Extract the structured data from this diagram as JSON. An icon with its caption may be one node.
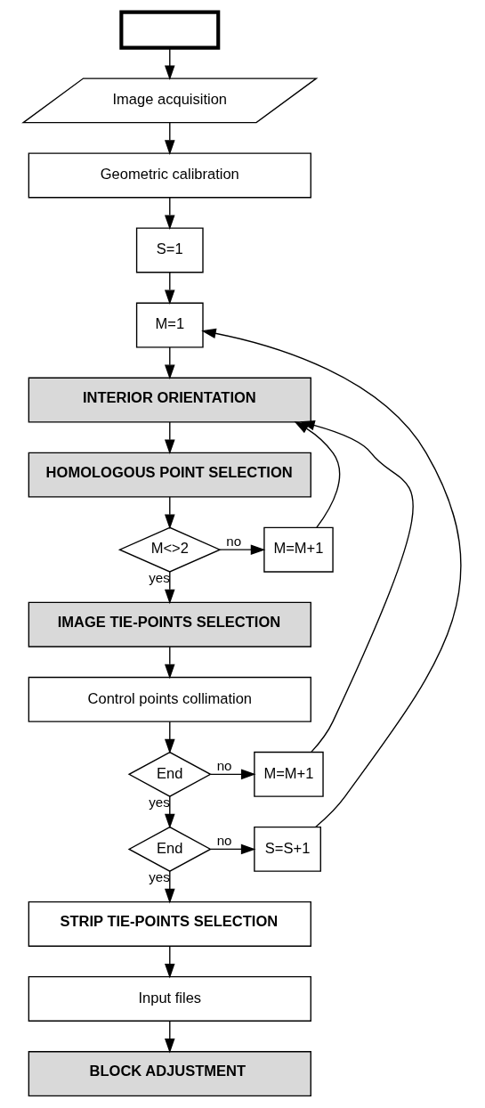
{
  "diagram": {
    "nodes": [
      {
        "text": [],
        "shape": "box"
      },
      {
        "text": [
          "Image acquisition"
        ]
      },
      {
        "text": [
          "Geometric calibration"
        ]
      },
      {
        "text": [
          "S=1"
        ]
      },
      {
        "text": [
          "M=1"
        ]
      },
      {
        "text": [
          "INTERIOR ORIENTATION"
        ]
      },
      {
        "text": [
          "HOMOLOGOUS POINT SELECTION"
        ]
      },
      {
        "text": [
          "M<>2"
        ]
      },
      {
        "text": [
          "M=M+1"
        ]
      },
      {
        "text": [
          "IMAGE TIE-POINTS SELECTION"
        ]
      },
      {
        "text": [
          "Control points collimation"
        ]
      },
      {
        "text": [
          "End"
        ]
      },
      {
        "text": [
          "M=M+1"
        ]
      },
      {
        "text": [
          "End"
        ]
      },
      {
        "text": [
          "S=S+1"
        ]
      },
      {
        "text": [
          "STRIP TIE-POINTS SELECTION"
        ]
      },
      {
        "text": [
          "Input files"
        ]
      },
      {
        "text": [
          "BLOCK ADJUSTMENT"
        ]
      }
    ],
    "edges": [
      {
        "from": 0,
        "to": 1,
        "arrow": "to"
      },
      {
        "from": 1,
        "to": 2,
        "arrow": "to"
      },
      {
        "from": 2,
        "to": 3,
        "arrow": "to"
      },
      {
        "from": 3,
        "to": 4,
        "arrow": "to"
      },
      {
        "from": 4,
        "to": 5,
        "arrow": "to"
      },
      {
        "from": 5,
        "to": 6,
        "arrow": "to"
      },
      {
        "from": 6,
        "to": 7,
        "arrow": "to"
      },
      {
        "from": 7,
        "to": 8,
        "arrow": "to",
        "label": "no"
      },
      {
        "from": 8,
        "to": 5,
        "arrow": "to"
      },
      {
        "from": 7,
        "to": 9,
        "arrow": "to",
        "label": "yes"
      },
      {
        "from": 9,
        "to": 10,
        "arrow": "to"
      },
      {
        "from": 10,
        "to": 11,
        "arrow": "to"
      },
      {
        "from": 11,
        "to": 12,
        "arrow": "to",
        "label": "no"
      },
      {
        "from": 12,
        "to": 5,
        "arrow": "to"
      },
      {
        "from": 11,
        "to": 13,
        "arrow": "to",
        "label": "yes"
      },
      {
        "from": 13,
        "to": 14,
        "arrow": "to",
        "label": "no"
      },
      {
        "from": 14,
        "to": 4,
        "arrow": "to"
      },
      {
        "from": 13,
        "to": 15,
        "arrow": "to",
        "label": "yes"
      },
      {
        "from": 15,
        "to": 16,
        "arrow": "to"
      },
      {
        "from": 16,
        "to": 17,
        "arrow": "to"
      }
    ]
  }
}
